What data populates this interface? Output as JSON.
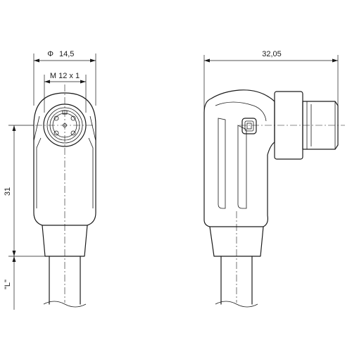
{
  "dimensions": {
    "diameter_symbol": "Φ",
    "outer_diameter": "14,5",
    "thread": "M 12 x 1",
    "total_length": "32,05",
    "height": "31",
    "cable_length": "\"L\""
  }
}
